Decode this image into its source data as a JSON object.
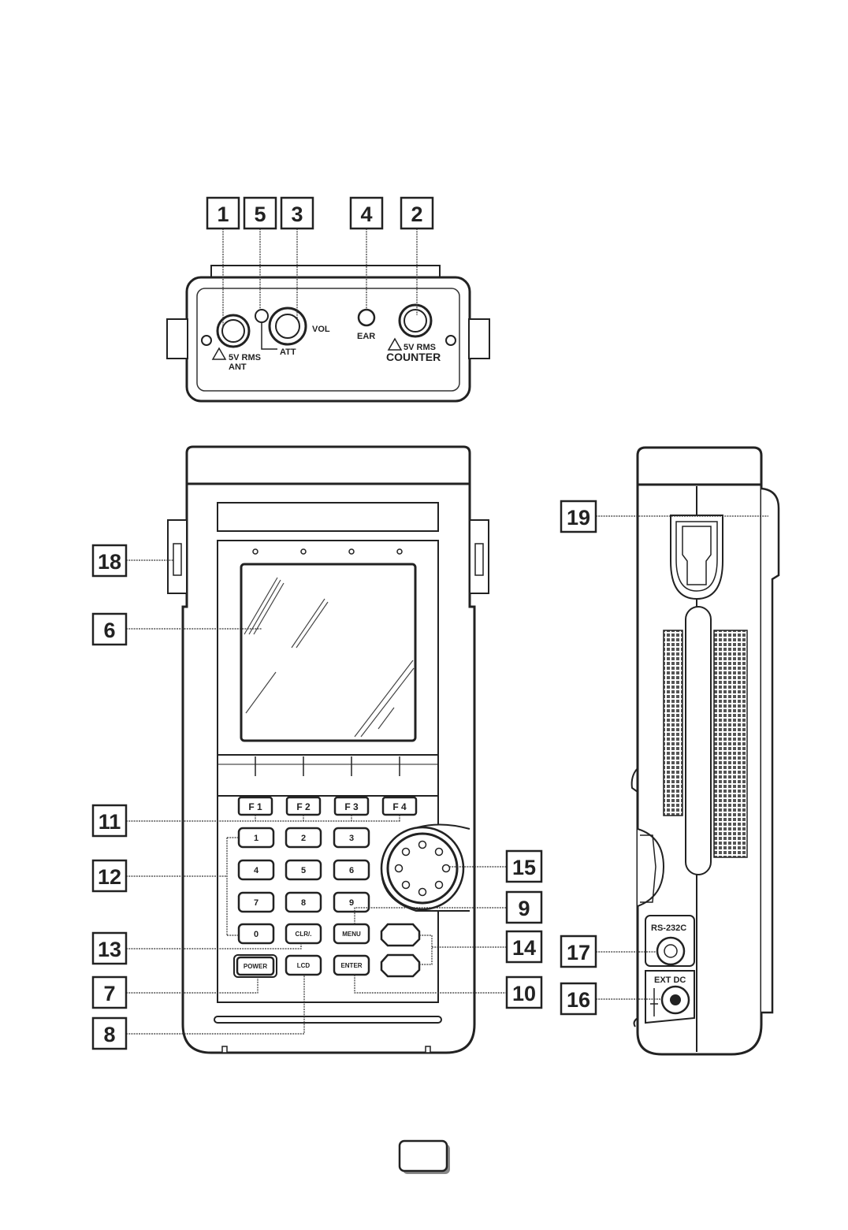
{
  "top_panel": {
    "label_warn_ant": "5V  RMS",
    "label_ant": "ANT",
    "label_att": "ATT",
    "label_vol": "VOL",
    "label_ear": "EAR",
    "label_warn_counter": "5V  RMS",
    "label_counter": "COUNTER"
  },
  "front_panel": {
    "fkeys": [
      "F 1",
      "F 2",
      "F 3",
      "F 4"
    ],
    "numeric_keys": [
      "1",
      "2",
      "3",
      "4",
      "5",
      "6",
      "7",
      "8",
      "9",
      "0"
    ],
    "key_clr": "CLR/.",
    "key_menu": "MENU",
    "key_power": "POWER",
    "key_lcd": "LCD",
    "key_enter": "ENTER"
  },
  "side_panel": {
    "label_rs232c": "RS-232C",
    "label_ext_dc": "EXT  DC"
  },
  "callouts": [
    "1",
    "5",
    "3",
    "4",
    "2",
    "18",
    "6",
    "11",
    "12",
    "13",
    "7",
    "8",
    "19",
    "15",
    "9",
    "14",
    "10",
    "17",
    "16"
  ],
  "page_number": ""
}
